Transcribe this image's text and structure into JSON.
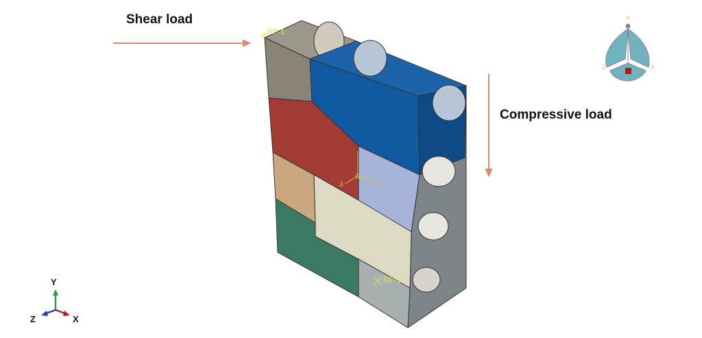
{
  "annotations": {
    "shear_load": "Shear load",
    "compressive_load": "Compressive load",
    "arrow_color": "#e2866c"
  },
  "model": {
    "reference_point_top": "RP-1",
    "reference_point_bottom": "RP-2",
    "local_csys_labels": [
      "3",
      "1"
    ],
    "block_colors": {
      "top_left": "#8a8478",
      "top_right": "#0f5aa0",
      "middle_red": "#a23a36",
      "middle_light_blue": "#a7b4d8",
      "tan": "#c9a77f",
      "beige": "#dedbc5",
      "green": "#3b7a62",
      "bottom_gray": "#a9b0b2",
      "side": "#7e8588"
    }
  },
  "view_cube": {
    "labels": {
      "y": "Y",
      "z": "Z",
      "x": "X"
    }
  },
  "triad": {
    "labels": {
      "y": "Y",
      "z": "Z",
      "x": "X"
    }
  }
}
